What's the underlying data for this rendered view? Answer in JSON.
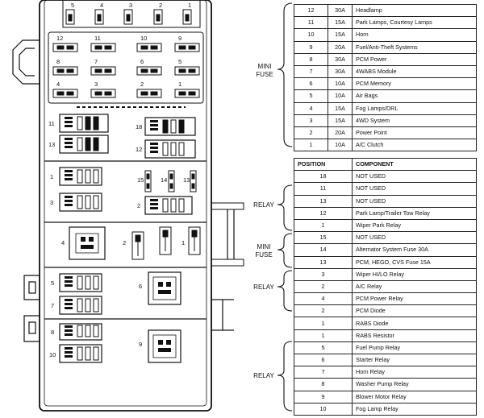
{
  "left_labels": {
    "r1": [
      "5",
      "4",
      "3",
      "2",
      "1"
    ],
    "r2": [
      "12",
      "11",
      "10",
      "9"
    ],
    "r3": [
      "8",
      "7",
      "6",
      "5"
    ],
    "r4": [
      "4",
      "3",
      "2",
      "1"
    ],
    "relay_a": [
      "11",
      "13",
      "18",
      "12"
    ],
    "relay_b": [
      "1",
      "3",
      "15",
      "14",
      "13",
      "2"
    ],
    "mid": [
      "4",
      "2",
      "1"
    ],
    "lower_a": [
      "5",
      "7",
      "6"
    ],
    "lower_b": [
      "8",
      "10",
      "9"
    ]
  },
  "group_labels": {
    "mini_fuse_a": "MINI\nFUSE",
    "relay_1": "RELAY",
    "mini_fuse_b": "MINI\nFUSE",
    "relay_2": "RELAY",
    "relay_3": "RELAY"
  },
  "fuse_table": {
    "rows": [
      {
        "pos": "12",
        "amp": "30A",
        "desc": "Headlamp"
      },
      {
        "pos": "11",
        "amp": "15A",
        "desc": "Park Lamps, Courtesy Lamps"
      },
      {
        "pos": "10",
        "amp": "15A",
        "desc": "Horn"
      },
      {
        "pos": "9",
        "amp": "20A",
        "desc": "Fuel/Anti-Theft Systems"
      },
      {
        "pos": "8",
        "amp": "30A",
        "desc": "PCM Power"
      },
      {
        "pos": "7",
        "amp": "30A",
        "desc": "4WABS Module"
      },
      {
        "pos": "6",
        "amp": "10A",
        "desc": "PCM Memory"
      },
      {
        "pos": "5",
        "amp": "10A",
        "desc": "Air Bags"
      },
      {
        "pos": "4",
        "amp": "15A",
        "desc": "Fog Lamps/DRL"
      },
      {
        "pos": "3",
        "amp": "15A",
        "desc": "4WD System"
      },
      {
        "pos": "2",
        "amp": "20A",
        "desc": "Power Point"
      },
      {
        "pos": "1",
        "amp": "10A",
        "desc": "A/C Clutch"
      }
    ]
  },
  "component_table": {
    "headers": {
      "position": "POSITION",
      "component": "COMPONENT"
    },
    "rows": [
      {
        "pos": "18",
        "desc": "NOT USED"
      },
      {
        "pos": "11",
        "desc": "NOT USED"
      },
      {
        "pos": "13",
        "desc": "NOT USED"
      },
      {
        "pos": "12",
        "desc": "Park Lamp/Trailer Tow Relay"
      },
      {
        "pos": "1",
        "desc": "Wiper Park Relay"
      },
      {
        "pos": "15",
        "desc": "NOT USED"
      },
      {
        "pos": "14",
        "desc": "Alternator System Fuse 30A"
      },
      {
        "pos": "13",
        "desc": "PCM, HEGO, CVS Fuse 15A"
      },
      {
        "pos": "3",
        "desc": "Wiper HI/LO Relay"
      },
      {
        "pos": "2",
        "desc": "A/C Relay"
      },
      {
        "pos": "4",
        "desc": "PCM Power Relay"
      },
      {
        "pos": "2",
        "desc": "PCM Diode"
      },
      {
        "pos": "1",
        "desc": "RABS Diode"
      },
      {
        "pos": "1",
        "desc": "RABS Resistor"
      },
      {
        "pos": "5",
        "desc": "Fuel Pump Relay"
      },
      {
        "pos": "6",
        "desc": "Starter Relay"
      },
      {
        "pos": "7",
        "desc": "Horn Relay"
      },
      {
        "pos": "8",
        "desc": "Washer Pump Relay"
      },
      {
        "pos": "9",
        "desc": "Blower Motor Relay"
      },
      {
        "pos": "10",
        "desc": "Fog Lamp Relay"
      }
    ]
  }
}
